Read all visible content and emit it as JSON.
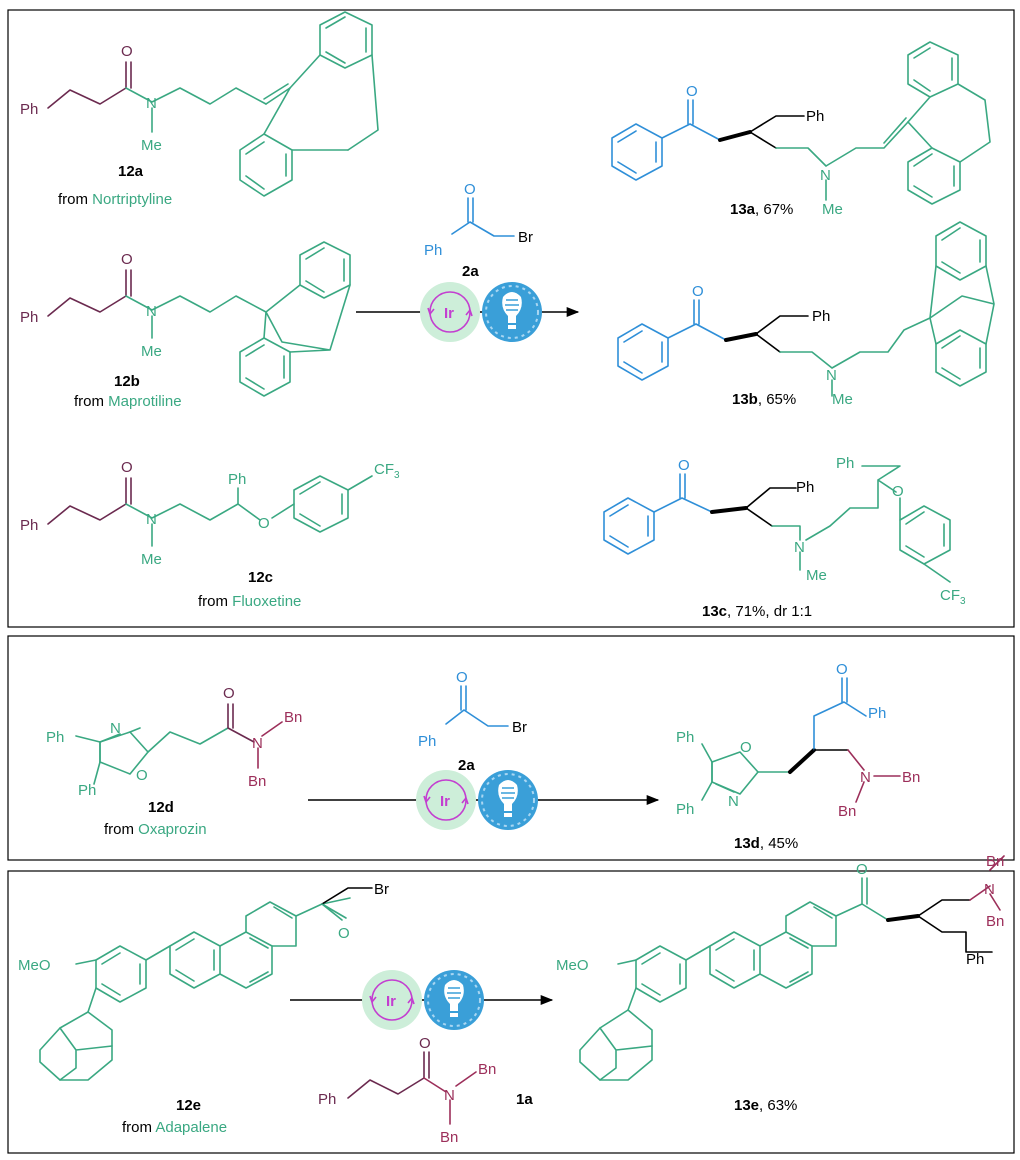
{
  "colors": {
    "frame": "#000000",
    "purple": "#6b2a4f",
    "green": "#3aa882",
    "blue": "#2f8fd8",
    "maroon": "#9c2f5a",
    "ir_ring": "#c33fd0",
    "ir_fill": "#cdeed9",
    "bulb_fill": "#3a9fd8"
  },
  "atoms": {
    "O": "O",
    "N": "N",
    "Ph": "Ph",
    "Me": "Me",
    "Br": "Br",
    "Bn": "Bn",
    "MeO": "MeO",
    "CF": "CF",
    "three": "3"
  },
  "catalyst_label": "Ir",
  "icons": [
    "iridium-catalyst-icon",
    "light-bulb-icon"
  ],
  "panel1": {
    "reagent": "2a",
    "reactants": [
      {
        "id": "12a",
        "source_prefix": "from ",
        "source": "Nortriptyline"
      },
      {
        "id": "12b",
        "source_prefix": "from ",
        "source": "Maprotiline"
      },
      {
        "id": "12c",
        "source_prefix": "from ",
        "source": "Fluoxetine"
      }
    ],
    "products": [
      {
        "id": "13a",
        "result": ", 67%"
      },
      {
        "id": "13b",
        "result": ", 65%"
      },
      {
        "id": "13c",
        "result": ", 71%, dr 1:1"
      }
    ]
  },
  "panel2": {
    "reagent": "2a",
    "reactant": {
      "id": "12d",
      "source_prefix": "from ",
      "source": "Oxaprozin"
    },
    "product": {
      "id": "13d",
      "result": ", 45%"
    }
  },
  "panel3": {
    "reagent": "1a",
    "reactant": {
      "id": "12e",
      "source_prefix": "from ",
      "source": "Adapalene"
    },
    "product": {
      "id": "13e",
      "result": ", 63%"
    }
  }
}
